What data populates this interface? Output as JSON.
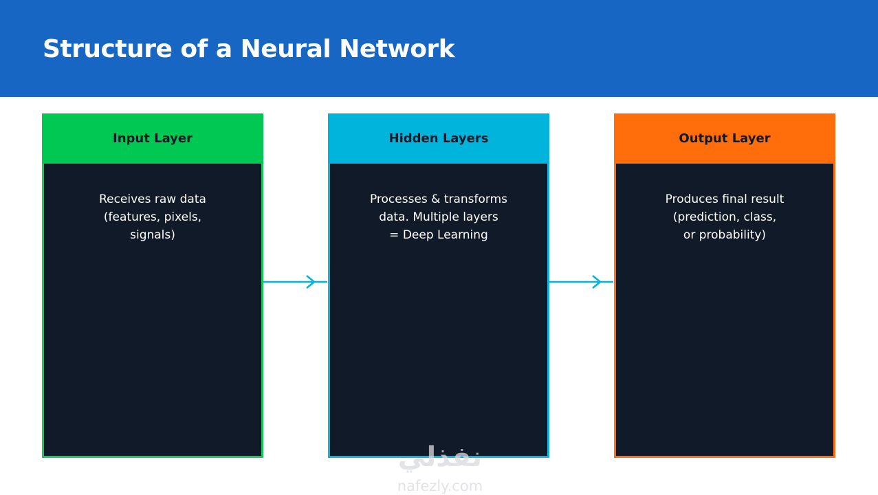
{
  "slide": {
    "title": "Structure of a Neural Network"
  },
  "layers": [
    {
      "title": "Input Layer",
      "description": "Receives raw data\n(features, pixels,\nsignals)",
      "color": "#00c853"
    },
    {
      "title": "Hidden Layers",
      "description": "Processes & transforms\ndata. Multiple layers\n= Deep Learning",
      "color": "#00b4dc"
    },
    {
      "title": "Output Layer",
      "description": "Produces final result\n(prediction, class,\nor probability)",
      "color": "#ff6e0a"
    }
  ],
  "colors": {
    "header_bar": "#1766c4",
    "card_body": "#111a29",
    "connector": "#00b4dc"
  },
  "watermark": {
    "brand": "نفذلي",
    "domain": "nafezly.com"
  }
}
